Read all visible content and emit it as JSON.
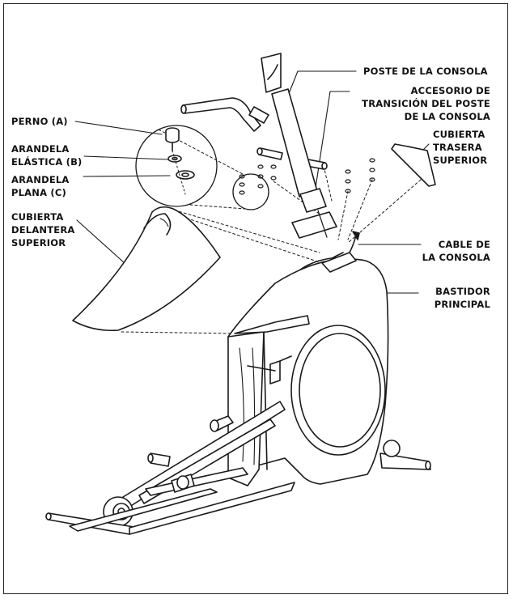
{
  "callouts": {
    "bolt": "PERNO (A)",
    "spring_washer": [
      "ARANDELA",
      "ELÁSTICA (B)"
    ],
    "flat_washer": [
      "ARANDELA",
      "PLANA (C)"
    ],
    "upper_front_cover": [
      "CUBIERTA",
      "DELANTERA",
      "SUPERIOR"
    ],
    "console_post": "POSTE DE LA CONSOLA",
    "post_transition": [
      "ACCESORIO DE",
      "TRANSICIÓN DEL POSTE",
      "DE LA CONSOLA"
    ],
    "upper_rear_cover": [
      "CUBIERTA",
      "TRASERA",
      "SUPERIOR"
    ],
    "console_cable": [
      "CABLE DE",
      "LA CONSOLA"
    ],
    "main_frame": [
      "BASTIDOR",
      "PRINCIPAL"
    ]
  },
  "colors": {
    "line": "#1a1a1a",
    "fill": "#ffffff",
    "shade": "#e6e6e6"
  }
}
